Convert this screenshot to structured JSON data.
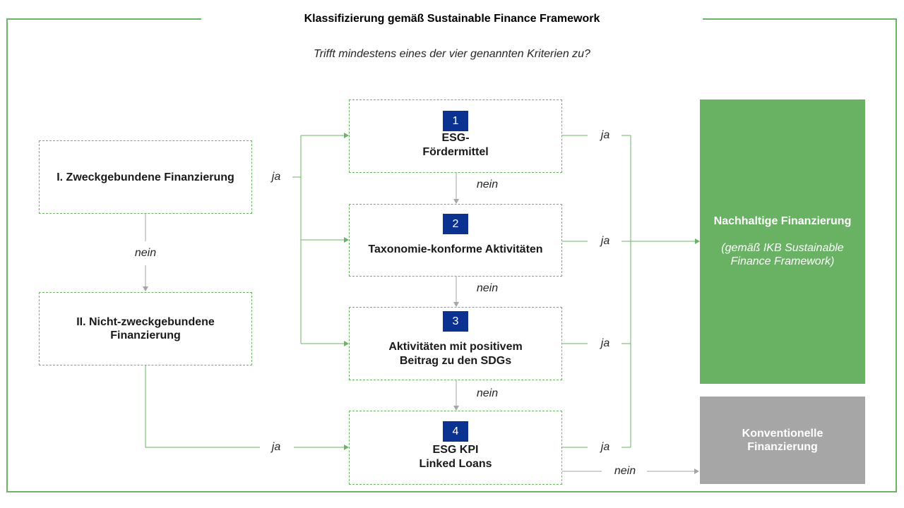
{
  "title": "Klassifizierung gemäß Sustainable Finance Framework",
  "question": "Trifft mindestens eines der vier genannten Kriterien zu?",
  "sources": [
    {
      "label_lines": [
        "I. Zweckgebundene Finanzierung"
      ],
      "yes_label": "ja",
      "no_label": "nein"
    },
    {
      "label_lines": [
        "II. Nicht-zweckgebundene",
        "Finanzierung"
      ],
      "yes_label": "ja"
    }
  ],
  "criteria": [
    {
      "number": "1",
      "label_lines": [
        "ESG-",
        "Fördermittel"
      ],
      "yes_label": "ja",
      "no_label": "nein"
    },
    {
      "number": "2",
      "label_lines": [
        "Taxonomie-konforme Aktivitäten"
      ],
      "yes_label": "ja",
      "no_label": "nein"
    },
    {
      "number": "3",
      "label_lines": [
        "Aktivitäten mit positivem",
        "Beitrag zu den SDGs"
      ],
      "yes_label": "ja",
      "no_label": "nein"
    },
    {
      "number": "4",
      "label_lines": [
        "ESG KPI",
        "Linked Loans"
      ],
      "yes_label": "ja",
      "no_label": "nein"
    }
  ],
  "outcomes": {
    "sustainable": {
      "title": "Nachhaltige Finanzierung",
      "note_lines": [
        "(gemäß IKB Sustainable",
        "Finance Framework)"
      ]
    },
    "conventional": {
      "label_lines": [
        "Konventionelle",
        "Finanzierung"
      ]
    }
  },
  "colors": {
    "frame_green": "#6ab563",
    "sustainable_fill": "#69b163",
    "conventional_fill": "#a6a6a6",
    "badge_blue": "#0c3291",
    "no_path_gray": "#a6a6a6"
  }
}
